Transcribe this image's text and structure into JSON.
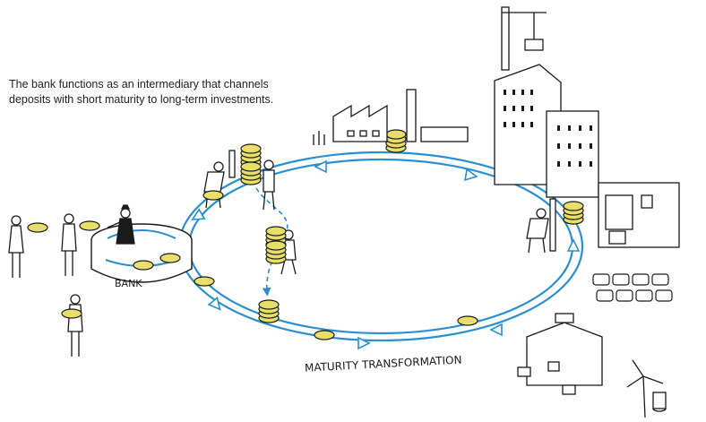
{
  "intro_text": "The bank functions as an intermediary that channels deposits with short maturity to long-term investments.",
  "bank_label": "BANK",
  "cycle_label": "MATURITY TRANSFORMATION",
  "colors": {
    "flow_blue": "#2a8fd0",
    "coin_fill": "#e8df6a",
    "ink": "#1a1a1a"
  }
}
